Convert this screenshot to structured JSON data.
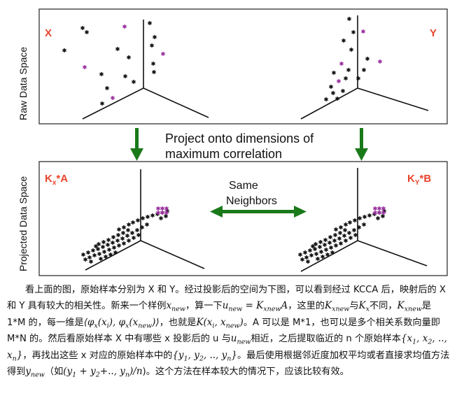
{
  "labels": {
    "raw_space": "Raw Data Space",
    "projected_space": "Projected Data Space",
    "raw_x": "X",
    "raw_y": "Y",
    "proj_x_base": "K",
    "proj_x_sub": "x",
    "proj_x_tail": "*A",
    "proj_y_base": "K",
    "proj_y_sub": "Y",
    "proj_y_tail": "*B",
    "project_line1": "Project onto dimensions of",
    "project_line2": "maximum correlation",
    "same": "Same",
    "neighbors": "Neighbors"
  },
  "colors": {
    "label_red": "#e8442c",
    "arrow_green": "#1a7a1a",
    "point_black": "#111111",
    "point_purple": "#9b2fa0"
  },
  "text": {
    "p1": "看上面的图，原始样本分别为 X 和 Y。经过投影后的空间为下图，可以看到经过 KCCA 后，映射后的 X 和 Y 具有较大的相关性。新来一个样例",
    "x_new": "x",
    "sub_new": "new",
    "p2": "，算一下",
    "eq_u": "u",
    "eq_mid": " = K",
    "sub_xnew": "xnew",
    "eq_A": "A",
    "p3": "，这里的",
    "K": "K",
    "p4": "与",
    "sub_x": "x",
    "p5": "不同，",
    "p6": "是 1*M 的，每一维是",
    "phi_expr": "⟨φ",
    "phi_mid": "(x",
    "sub_i": "i",
    "phi_end": "), φ",
    "phi_end2": "(x",
    "phi_close": ")⟩",
    "p7": "，也就是",
    "kfun": "K(x",
    "kfun_mid": ", x",
    "kfun_end": ")",
    "p8": "。A 可以是 M*1，也可以是多个相关系数向量即 M*N 的。然后看原始样本 X 中有哪些 x 投影后的 u 与",
    "p9": "相近，之后提取临近的 n 个原始样本",
    "set_x": "{x",
    "sub_1": "1",
    "set_sep": ", x",
    "sub_2": "2",
    "set_dots": ", .., x",
    "sub_n": "n",
    "set_close": "}",
    "p10": "，再找出这些 x 对应的原始样本中的",
    "set_y": "{y",
    "set_ysep": ", y",
    "set_ydots": ", .., y",
    "p11": "。最后使用根据邻近度加权平均或者直接求均值方法得到",
    "y_new": "y",
    "p12": "（如",
    "avg": "(y",
    "avg2": " + y",
    "avg3": "+.., y",
    "avg4": ")/n",
    "p13": ")。这个方法在样本较大的情况下，应该比较有效。"
  }
}
